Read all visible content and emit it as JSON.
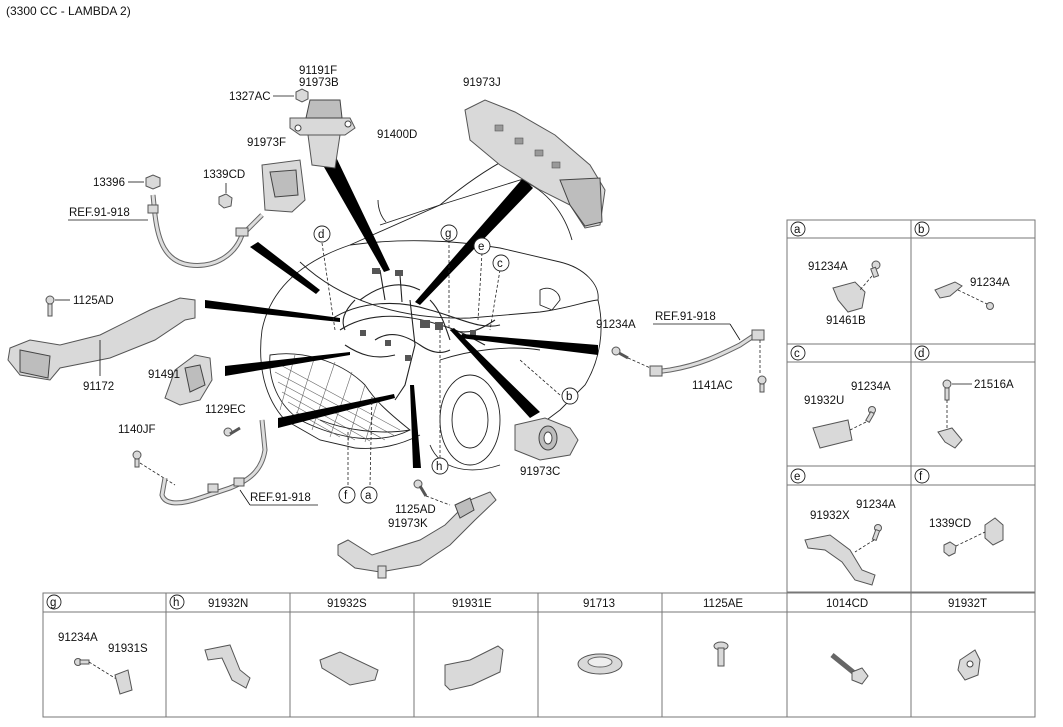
{
  "header": {
    "engine": "(3300 CC - LAMBDA 2)"
  },
  "labels": {
    "p91191F": "91191F",
    "p91973B": "91973B",
    "p1327AC": "1327AC",
    "p91973F": "91973F",
    "p1339CD": "1339CD",
    "p13396": "13396",
    "ref1": "REF.91-918",
    "p91400D": "91400D",
    "p91973J": "91973J",
    "p1125AD_left": "1125AD",
    "p91172": "91172",
    "p91491": "91491",
    "p1129EC": "1129EC",
    "p1140JF": "1140JF",
    "ref2": "REF.91-918",
    "p1125AD_bottom": "1125AD",
    "p91973K": "91973K",
    "p91973C": "91973C",
    "p91234A_mid": "91234A",
    "ref3": "REF.91-918",
    "p1141AC": "1141AC"
  },
  "callouts": [
    "a",
    "b",
    "c",
    "d",
    "e",
    "f",
    "g",
    "h"
  ],
  "detail_boxes": {
    "a": [
      "91234A",
      "91461B"
    ],
    "b": [
      "91234A"
    ],
    "c": [
      "91234A",
      "91932U"
    ],
    "d": [
      "21516A"
    ],
    "e": [
      "91234A",
      "91932X"
    ],
    "f": [
      "1339CD"
    ]
  },
  "bottom_table": {
    "g_label": "g",
    "h_label": "h",
    "g_parts": [
      "91234A",
      "91931S"
    ],
    "headers": [
      "91932N",
      "91932S",
      "91931E",
      "91713",
      "1125AE",
      "1014CD",
      "91932T"
    ]
  }
}
